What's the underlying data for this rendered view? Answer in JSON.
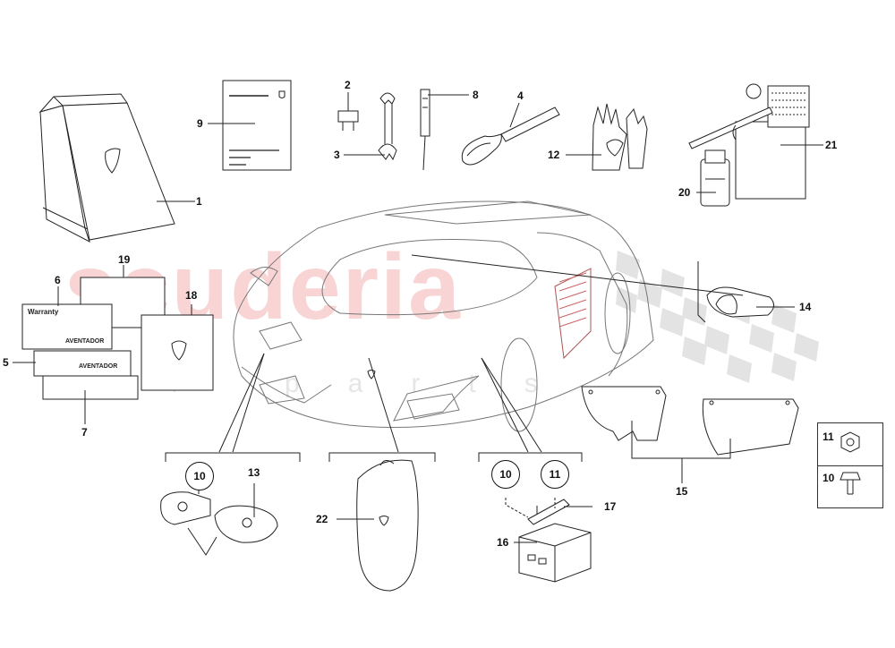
{
  "watermark": {
    "main": "scuderia",
    "sub": "car parts"
  },
  "callouts": {
    "c1": "1",
    "c2": "2",
    "c3": "3",
    "c4": "4",
    "c5": "5",
    "c6": "6",
    "c7": "7",
    "c8": "8",
    "c9": "9",
    "c12": "12",
    "c13": "13",
    "c14": "14",
    "c15": "15",
    "c16": "16",
    "c17": "17",
    "c18": "18",
    "c19": "19",
    "c20": "20",
    "c21": "21",
    "c22": "22",
    "c11_box": "11",
    "c10_box": "10"
  },
  "circles": {
    "horn_10": "10",
    "relay_10": "10",
    "relay_11": "11"
  },
  "booklets": {
    "warranty": "Warranty",
    "aventador_a": "AVENTADOR",
    "aventador_b": "AVENTADOR"
  },
  "colors": {
    "line": "#222222",
    "watermark_red": "#e13c3c",
    "checker": "#d9d9d9"
  },
  "icons": {
    "car": "lamborghini-aventador-car-icon",
    "shield": "lamborghini-shield-icon",
    "checker": "checkered-flag-icon"
  }
}
